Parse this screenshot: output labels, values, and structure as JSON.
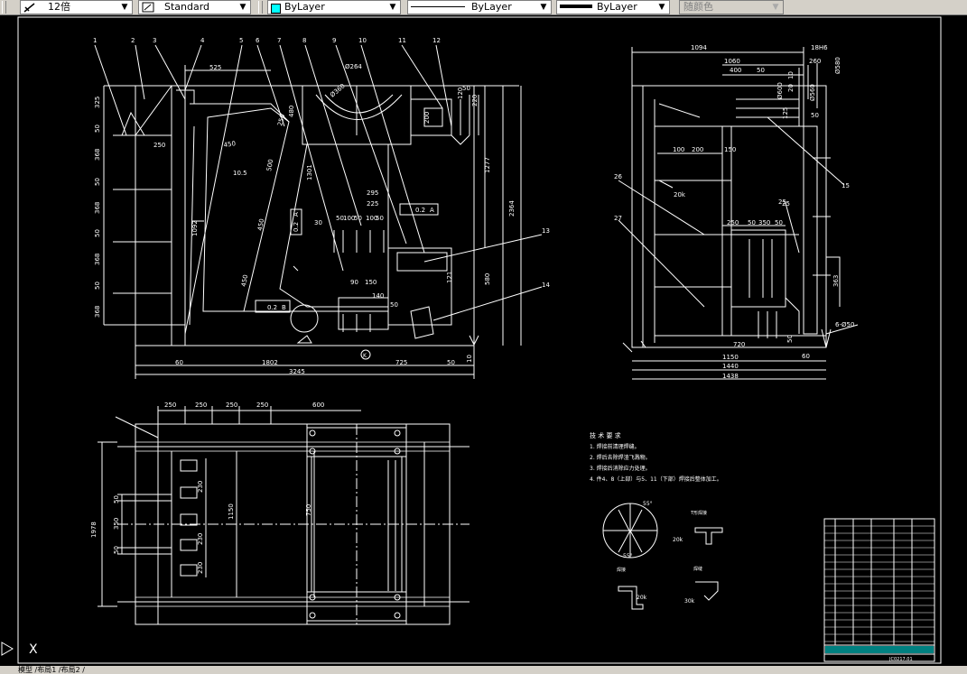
{
  "toolbar": {
    "scale": "12倍",
    "text_style": "Standard",
    "layer": "ByLayer",
    "linetype": "ByLayer",
    "lineweight": "ByLayer",
    "color": "随颜色"
  },
  "status_text": "模型 /布局1 /布局2 /",
  "ucs_label": "X",
  "colors": {
    "background": "#000000",
    "lines": "#ffffff",
    "accent": "#00ffff"
  },
  "drawing": {
    "balloons": [
      "1",
      "2",
      "3",
      "4",
      "5",
      "6",
      "7",
      "8",
      "9",
      "10",
      "11",
      "12",
      "13",
      "14",
      "15",
      "25",
      "26",
      "27"
    ],
    "front_view": {
      "top_dims": [
        "525",
        "Ø264",
        "Ø360"
      ],
      "left_dims": [
        "325",
        "50",
        "368",
        "50",
        "368",
        "50",
        "368",
        "50",
        "368"
      ],
      "inner_dims": [
        "250",
        "450",
        "10.5",
        "500",
        "450",
        "450",
        "250",
        "1092",
        "1301",
        "30",
        "50",
        "100",
        "50",
        "100",
        "50",
        "295",
        "225",
        "90",
        "150",
        "140",
        "50",
        "0.2",
        "A",
        "B",
        "480"
      ],
      "right_dims": [
        "50",
        "200",
        "120",
        "220",
        "1277",
        "2364",
        "580",
        "121"
      ],
      "bottom_dims": [
        "60",
        "1802",
        "725",
        "50",
        "10",
        "3245"
      ],
      "center_label": "K"
    },
    "side_view": {
      "top_dims": [
        "1094",
        "1060",
        "400",
        "50",
        "18H6",
        "260",
        "10",
        "20",
        "Ø600",
        "Ø560",
        "Ø580",
        "125",
        "50"
      ],
      "dims": [
        "100",
        "200",
        "150",
        "250",
        "50",
        "350",
        "50",
        "25",
        "20k",
        "363",
        "720",
        "1150",
        "1440",
        "1438",
        "6-Ø50",
        "50",
        "60"
      ]
    },
    "plan_view": {
      "dims": [
        "250",
        "250",
        "250",
        "250",
        "600",
        "1978",
        "50",
        "350",
        "50",
        "230",
        "230",
        "230",
        "1150",
        "750"
      ]
    },
    "notes": {
      "title": "技 术 要 求",
      "items": [
        "1. 焊接前清理焊缝。",
        "2. 焊后去除焊渣飞溅物。",
        "3. 焊接后消除应力处理。",
        "4. 件4、8（上部）与5、11（下部）焊接后整体加工。"
      ]
    },
    "weld_details": {
      "angles": [
        "55°",
        "55°"
      ],
      "labels": [
        "T形焊接",
        "20k",
        "焊接",
        "20k",
        "焊缝",
        "30k"
      ]
    },
    "title_block": {
      "drawing_no": "JC0217.01"
    }
  }
}
